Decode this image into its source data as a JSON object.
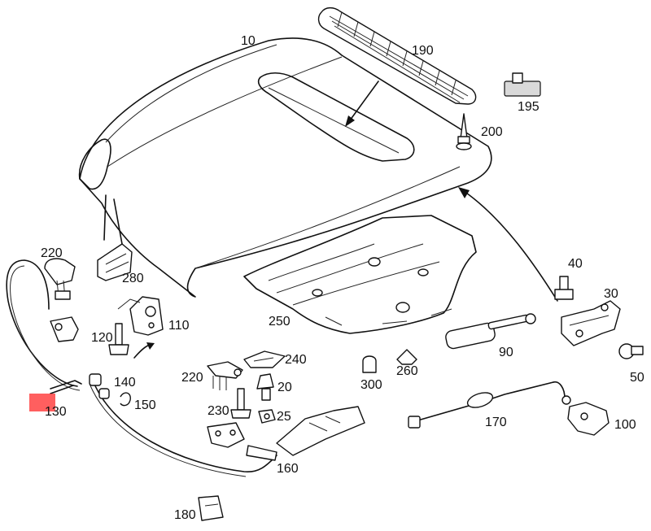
{
  "diagram": {
    "labels": [
      {
        "id": "10",
        "text": "10"
      },
      {
        "id": "190",
        "text": "190"
      },
      {
        "id": "195",
        "text": "195"
      },
      {
        "id": "200",
        "text": "200"
      },
      {
        "id": "220a",
        "text": "220"
      },
      {
        "id": "280",
        "text": "280"
      },
      {
        "id": "110",
        "text": "110"
      },
      {
        "id": "120",
        "text": "120"
      },
      {
        "id": "140",
        "text": "140"
      },
      {
        "id": "150",
        "text": "150"
      },
      {
        "id": "130",
        "text": "130"
      },
      {
        "id": "250",
        "text": "250"
      },
      {
        "id": "240",
        "text": "240"
      },
      {
        "id": "220b",
        "text": "220"
      },
      {
        "id": "20",
        "text": "20"
      },
      {
        "id": "230",
        "text": "230"
      },
      {
        "id": "25",
        "text": "25"
      },
      {
        "id": "300",
        "text": "300"
      },
      {
        "id": "260",
        "text": "260"
      },
      {
        "id": "40",
        "text": "40"
      },
      {
        "id": "30",
        "text": "30"
      },
      {
        "id": "90",
        "text": "90"
      },
      {
        "id": "50",
        "text": "50"
      },
      {
        "id": "170",
        "text": "170"
      },
      {
        "id": "100",
        "text": "100"
      },
      {
        "id": "160",
        "text": "160"
      },
      {
        "id": "180",
        "text": "180"
      }
    ],
    "highlight_color": "#ff2a2a"
  }
}
